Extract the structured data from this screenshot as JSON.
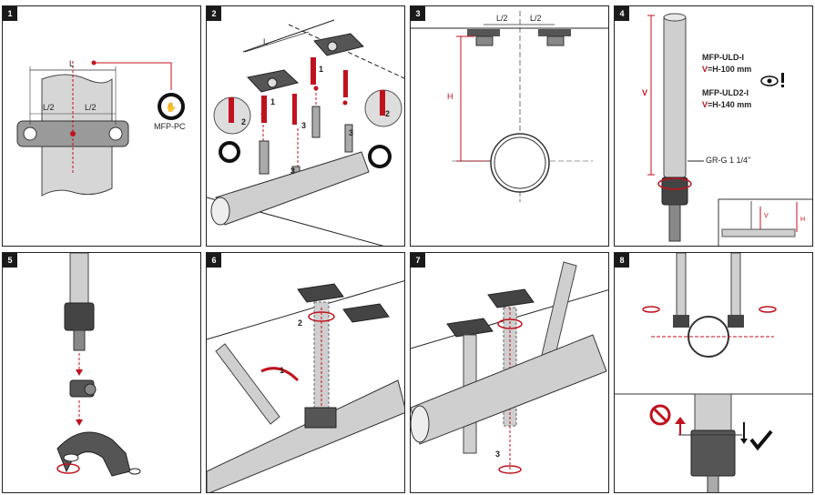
{
  "steps": [
    {
      "number": "1"
    },
    {
      "number": "2"
    },
    {
      "number": "3"
    },
    {
      "number": "4"
    },
    {
      "number": "5"
    },
    {
      "number": "6"
    },
    {
      "number": "7"
    },
    {
      "number": "8"
    }
  ],
  "panel1": {
    "length_label": "L",
    "half_left": "L/2",
    "half_right": "L/2",
    "product": "MFP-PC"
  },
  "panel2": {
    "length_label": "L",
    "step1": "1",
    "step2": "2",
    "step3": "3",
    "step1b": "1",
    "step2b": "2",
    "step3b": "3",
    "step3c": "3"
  },
  "panel3": {
    "half_left": "L/2",
    "half_right": "L/2",
    "height_label": "H"
  },
  "panel4": {
    "product1": "MFP-ULD-I",
    "formula1_var": "V",
    "formula1_rest": "=H-100 mm",
    "product2": "MFP-ULD2-I",
    "formula2_var": "V",
    "formula2_rest": "=H-140 mm",
    "thread_label": "GR-G 1 1/4\"",
    "v_label": "V",
    "inset_v": "V",
    "inset_h": "H"
  },
  "panel6": {
    "step1": "1",
    "step2": "2"
  },
  "panel7": {
    "step3": "3"
  },
  "colors": {
    "accent": "#c0121e",
    "pipe": "#cfcfcf",
    "dark": "#3a3a3a"
  }
}
